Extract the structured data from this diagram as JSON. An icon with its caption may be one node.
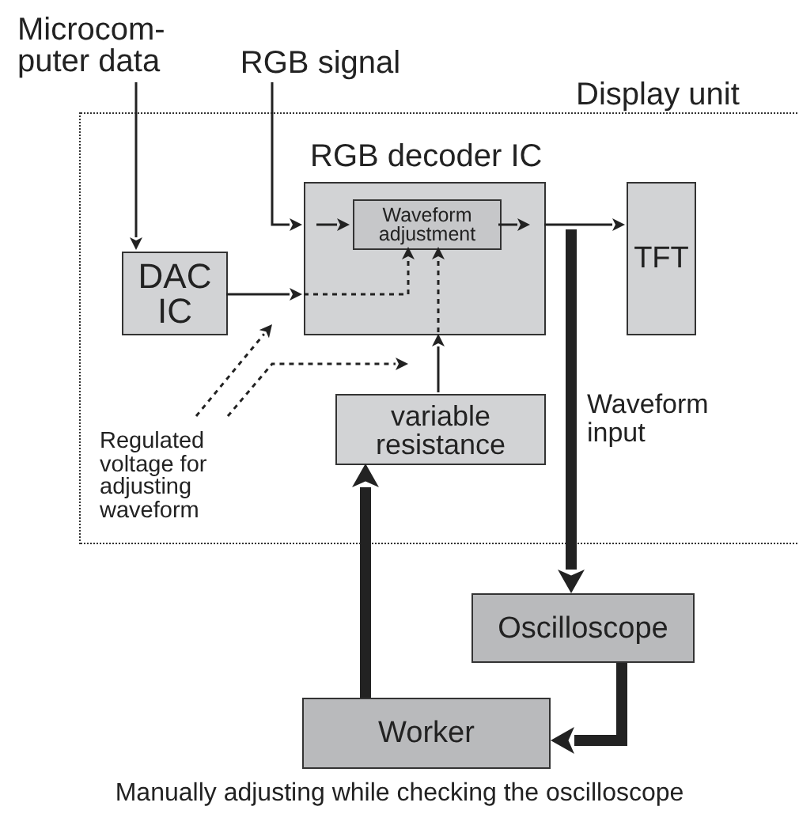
{
  "diagram": {
    "caption": "Manually adjusting while checking the oscilloscope",
    "nodes": [
      {
        "text": [
          "Display unit"
        ]
      },
      {
        "text": [
          "RGB decoder IC"
        ],
        "in": 0
      },
      {
        "text": [
          "Waveform adjustment"
        ],
        "in": 1
      },
      {
        "text": [
          "TFT"
        ],
        "in": 0
      },
      {
        "text": [
          "DAC IC"
        ],
        "in": 0
      },
      {
        "text": [
          "variable resistance"
        ],
        "in": 0
      },
      {
        "text": [
          "Oscilloscope"
        ]
      },
      {
        "text": [
          "Worker"
        ]
      },
      {
        "text": [
          "Microcom- puter data"
        ]
      },
      {
        "text": [
          "RGB signal"
        ]
      },
      {
        "text": [
          "Regulated voltage for adjusting waveform"
        ],
        "in": 0
      }
    ],
    "edges": [
      {
        "from": 8,
        "to": 4,
        "arrow": "to"
      },
      {
        "from": 9,
        "to": 1,
        "arrow": "to"
      },
      {
        "from": 1,
        "to": 2,
        "arrow": "to"
      },
      {
        "from": 2,
        "to": 1,
        "arrow": "to"
      },
      {
        "from": 1,
        "to": 3,
        "arrow": "to"
      },
      {
        "from": 4,
        "to": 1,
        "arrow": "to"
      },
      {
        "from": 1,
        "to": 2,
        "arrow": "to",
        "style": "dashed"
      },
      {
        "from": 5,
        "to": 1,
        "arrow": "to"
      },
      {
        "from": 1,
        "to": 2,
        "arrow": "to",
        "style": "dashed"
      },
      {
        "from": 10,
        "to": 4,
        "arrow": "to",
        "style": "dashed"
      },
      {
        "from": 10,
        "to": 5,
        "arrow": "to",
        "style": "dashed"
      },
      {
        "from": null,
        "to": 6,
        "arrow": "to",
        "style": "thick",
        "label": "Waveform input"
      },
      {
        "from": 6,
        "to": 7,
        "arrow": "to",
        "style": "thick"
      },
      {
        "from": 7,
        "to": 5,
        "arrow": "to",
        "style": "thick"
      }
    ]
  }
}
